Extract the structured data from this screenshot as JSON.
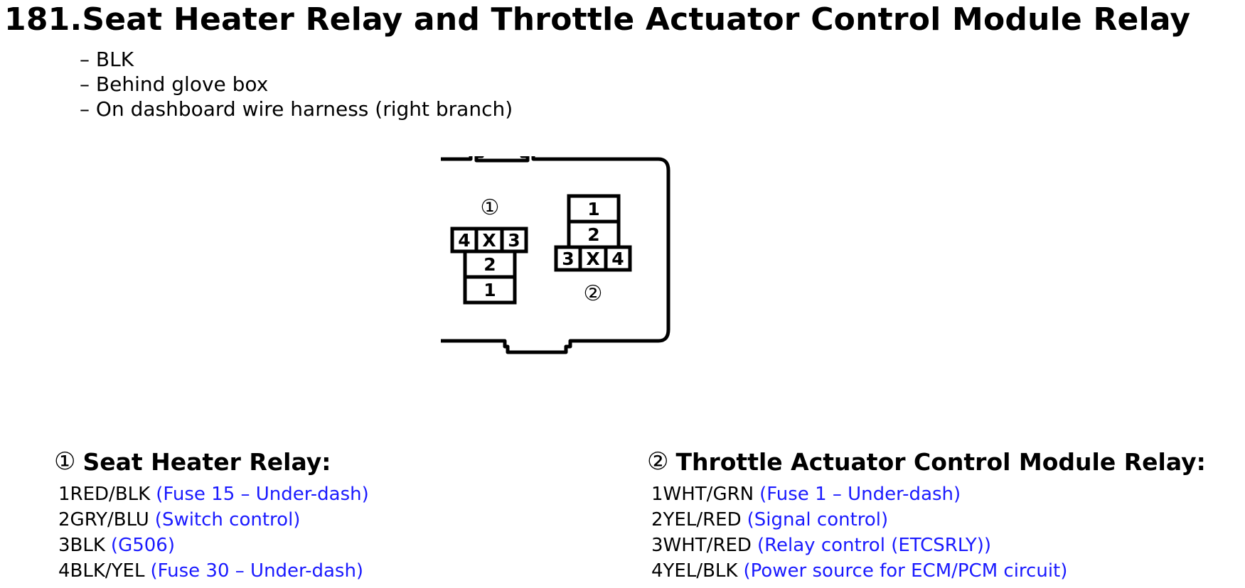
{
  "title": "181.Seat Heater Relay and Throttle Actuator Control Module Relay",
  "info": [
    "– BLK",
    "– Behind glove box",
    "– On dashboard wire harness (right branch)"
  ],
  "diagram": {
    "marker1": "①",
    "marker2": "②",
    "conn1_cells": {
      "top_left": "4",
      "top_mid": "X",
      "top_right": "3",
      "mid": "2",
      "bottom": "1"
    },
    "conn2_cells": {
      "top": "1",
      "mid": "2",
      "bottom_left": "3",
      "bottom_mid": "X",
      "bottom_right": "4"
    }
  },
  "legend1": {
    "num": "①",
    "title": "Seat Heater Relay:",
    "pins": [
      {
        "wire": "1RED/BLK",
        "desc": "(Fuse 15 – Under-dash)"
      },
      {
        "wire": "2GRY/BLU",
        "desc": "(Switch control)"
      },
      {
        "wire": "3BLK",
        "desc": "(G506)"
      },
      {
        "wire": "4BLK/YEL",
        "desc": "(Fuse 30 – Under-dash)"
      }
    ]
  },
  "legend2": {
    "num": "②",
    "title": "Throttle Actuator Control Module Relay:",
    "pins": [
      {
        "wire": "1WHT/GRN",
        "desc": "(Fuse 1 – Under-dash)"
      },
      {
        "wire": "2YEL/RED",
        "desc": "(Signal control)"
      },
      {
        "wire": "3WHT/RED",
        "desc": "(Relay control (ETCSRLY))"
      },
      {
        "wire": "4YEL/BLK",
        "desc": "(Power source for ECM/PCM circuit)"
      }
    ]
  },
  "colors": {
    "desc_text": "#1a1aff",
    "lines": "#000000"
  }
}
